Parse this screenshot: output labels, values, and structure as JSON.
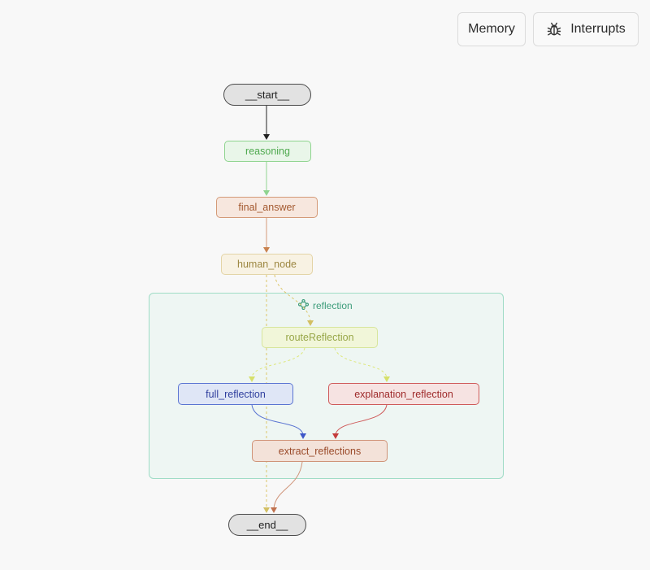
{
  "toolbar": {
    "memory_label": "Memory",
    "interrupts_label": "Interrupts",
    "interrupts_icon": "bug-icon"
  },
  "graph": {
    "subgraph_label": "reflection",
    "subgraph_icon": "subgraph-nodes-icon",
    "nodes": {
      "start": "__start__",
      "reasoning": "reasoning",
      "final_answer": "final_answer",
      "human_node": "human_node",
      "route_reflection": "routeReflection",
      "full_reflection": "full_reflection",
      "explanation_reflection": "explanation_reflection",
      "extract_reflections": "extract_reflections",
      "end": "__end__"
    },
    "edges": [
      {
        "from": "__start__",
        "to": "reasoning",
        "style": "solid"
      },
      {
        "from": "reasoning",
        "to": "final_answer",
        "style": "solid"
      },
      {
        "from": "final_answer",
        "to": "human_node",
        "style": "solid"
      },
      {
        "from": "human_node",
        "to": "routeReflection",
        "style": "dashed"
      },
      {
        "from": "human_node",
        "to": "__end__",
        "style": "dashed"
      },
      {
        "from": "routeReflection",
        "to": "full_reflection",
        "style": "dashed"
      },
      {
        "from": "routeReflection",
        "to": "explanation_reflection",
        "style": "dashed"
      },
      {
        "from": "full_reflection",
        "to": "extract_reflections",
        "style": "solid"
      },
      {
        "from": "explanation_reflection",
        "to": "extract_reflections",
        "style": "solid"
      },
      {
        "from": "extract_reflections",
        "to": "__end__",
        "style": "solid"
      }
    ]
  },
  "colors": {
    "background": "#f8f8f8",
    "subgraph_fill": "#eef6f3",
    "subgraph_border": "#9fdcc6",
    "reasoning": "#8fd48f",
    "final_answer": "#d49a78",
    "human_node": "#e3d4a6",
    "route_reflection": "#d7e59c",
    "full_reflection": "#5a74d2",
    "explanation_reflection": "#cf5a5a",
    "extract_reflections": "#cf9277"
  }
}
